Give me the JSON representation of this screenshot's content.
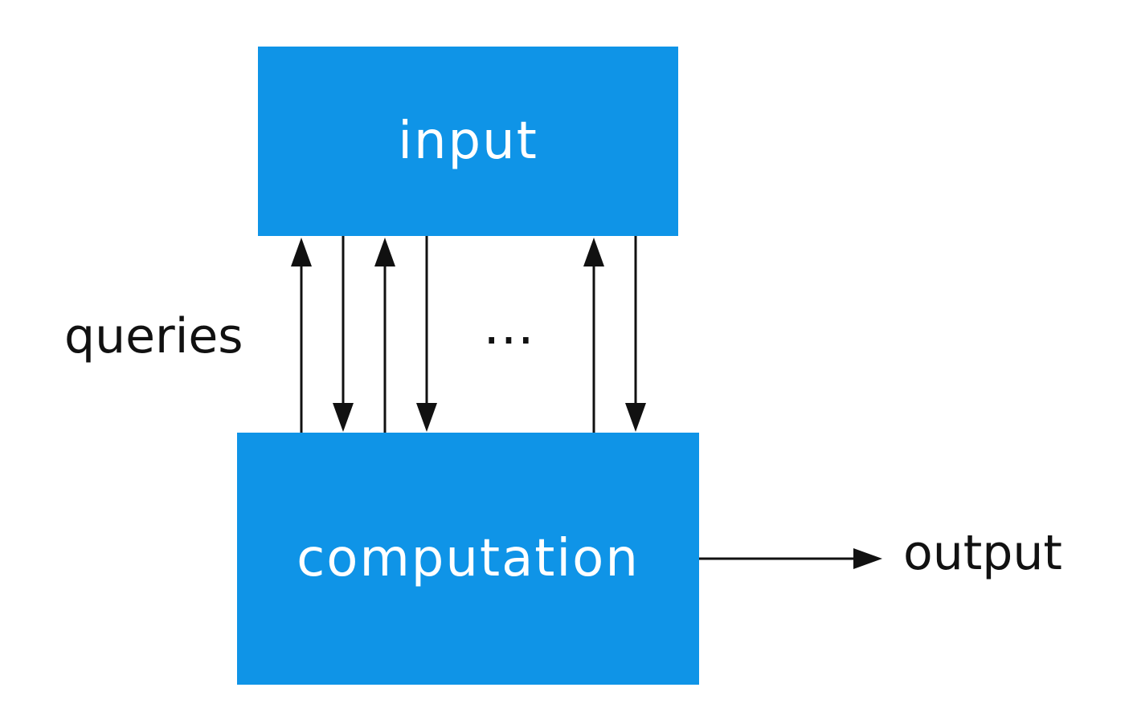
{
  "diagram": {
    "input_label": "input",
    "computation_label": "computation",
    "queries_label": "queries",
    "output_label": "output",
    "ellipsis": "…"
  },
  "colors": {
    "box_fill": "#0f94e7",
    "box_text": "#ffffff",
    "arrow": "#111111",
    "label_text": "#111111"
  }
}
